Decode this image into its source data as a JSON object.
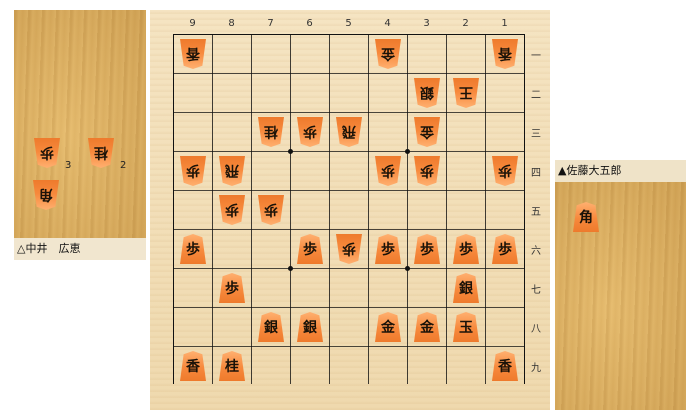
{
  "board": {
    "files": [
      "9",
      "8",
      "7",
      "6",
      "5",
      "4",
      "3",
      "2",
      "1"
    ],
    "ranks": [
      "一",
      "二",
      "三",
      "四",
      "五",
      "六",
      "七",
      "八",
      "九"
    ],
    "pieces": [
      {
        "file": 9,
        "rank": 1,
        "kanji": "香",
        "side": "gote"
      },
      {
        "file": 4,
        "rank": 1,
        "kanji": "金",
        "side": "gote"
      },
      {
        "file": 1,
        "rank": 1,
        "kanji": "香",
        "side": "gote"
      },
      {
        "file": 3,
        "rank": 2,
        "kanji": "銀",
        "side": "gote"
      },
      {
        "file": 2,
        "rank": 2,
        "kanji": "王",
        "side": "gote"
      },
      {
        "file": 7,
        "rank": 3,
        "kanji": "桂",
        "side": "gote"
      },
      {
        "file": 6,
        "rank": 3,
        "kanji": "歩",
        "side": "gote"
      },
      {
        "file": 5,
        "rank": 3,
        "kanji": "飛",
        "side": "gote"
      },
      {
        "file": 3,
        "rank": 3,
        "kanji": "金",
        "side": "gote"
      },
      {
        "file": 9,
        "rank": 4,
        "kanji": "歩",
        "side": "gote"
      },
      {
        "file": 8,
        "rank": 4,
        "kanji": "飛",
        "side": "gote"
      },
      {
        "file": 4,
        "rank": 4,
        "kanji": "歩",
        "side": "gote"
      },
      {
        "file": 3,
        "rank": 4,
        "kanji": "歩",
        "side": "gote"
      },
      {
        "file": 1,
        "rank": 4,
        "kanji": "歩",
        "side": "gote"
      },
      {
        "file": 8,
        "rank": 5,
        "kanji": "歩",
        "side": "gote"
      },
      {
        "file": 7,
        "rank": 5,
        "kanji": "歩",
        "side": "gote"
      },
      {
        "file": 9,
        "rank": 6,
        "kanji": "歩",
        "side": "sente"
      },
      {
        "file": 6,
        "rank": 6,
        "kanji": "歩",
        "side": "sente"
      },
      {
        "file": 5,
        "rank": 6,
        "kanji": "歩",
        "side": "gote"
      },
      {
        "file": 4,
        "rank": 6,
        "kanji": "歩",
        "side": "sente"
      },
      {
        "file": 3,
        "rank": 6,
        "kanji": "歩",
        "side": "sente"
      },
      {
        "file": 2,
        "rank": 6,
        "kanji": "歩",
        "side": "sente"
      },
      {
        "file": 1,
        "rank": 6,
        "kanji": "歩",
        "side": "sente"
      },
      {
        "file": 8,
        "rank": 7,
        "kanji": "歩",
        "side": "sente"
      },
      {
        "file": 2,
        "rank": 7,
        "kanji": "銀",
        "side": "sente"
      },
      {
        "file": 7,
        "rank": 8,
        "kanji": "銀",
        "side": "sente"
      },
      {
        "file": 6,
        "rank": 8,
        "kanji": "銀",
        "side": "sente"
      },
      {
        "file": 4,
        "rank": 8,
        "kanji": "金",
        "side": "sente"
      },
      {
        "file": 3,
        "rank": 8,
        "kanji": "金",
        "side": "sente"
      },
      {
        "file": 2,
        "rank": 8,
        "kanji": "玉",
        "side": "sente"
      },
      {
        "file": 9,
        "rank": 9,
        "kanji": "香",
        "side": "sente"
      },
      {
        "file": 8,
        "rank": 9,
        "kanji": "桂",
        "side": "sente"
      },
      {
        "file": 1,
        "rank": 9,
        "kanji": "香",
        "side": "sente"
      }
    ]
  },
  "gote_player": {
    "name": "△中井　広恵",
    "hand": [
      {
        "kanji": "歩",
        "count": "3"
      },
      {
        "kanji": "桂",
        "count": "2"
      },
      {
        "kanji": "角",
        "count": ""
      }
    ]
  },
  "sente_player": {
    "name": "▲佐藤大五郎",
    "hand": [
      {
        "kanji": "角",
        "count": ""
      }
    ]
  },
  "colors": {
    "piece_fill": "#f7893c",
    "grid_line": "#111111",
    "board_bg": "#f3dfb8"
  }
}
